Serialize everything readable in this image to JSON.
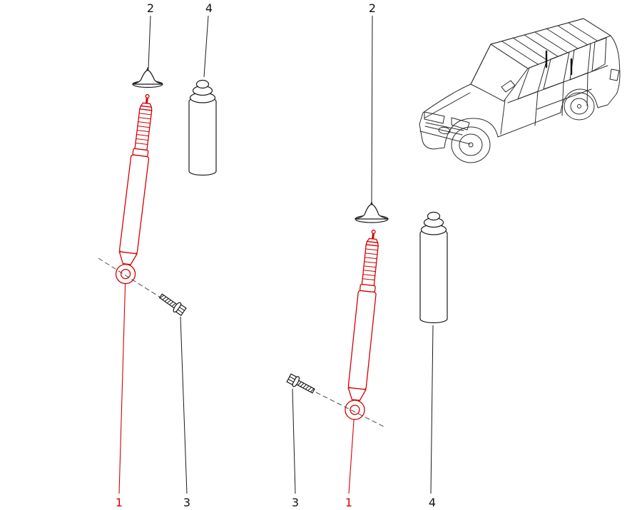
{
  "diagram": {
    "callouts": {
      "left_cap": "2",
      "left_boot": "4",
      "left_shock": "1",
      "left_bolt": "3",
      "right_cap": "2",
      "right_boot": "4",
      "right_shock": "1",
      "right_bolt": "3"
    },
    "colors": {
      "highlight_red": "#d40000",
      "line_black": "#1a1a1a",
      "background": "#ffffff"
    }
  }
}
